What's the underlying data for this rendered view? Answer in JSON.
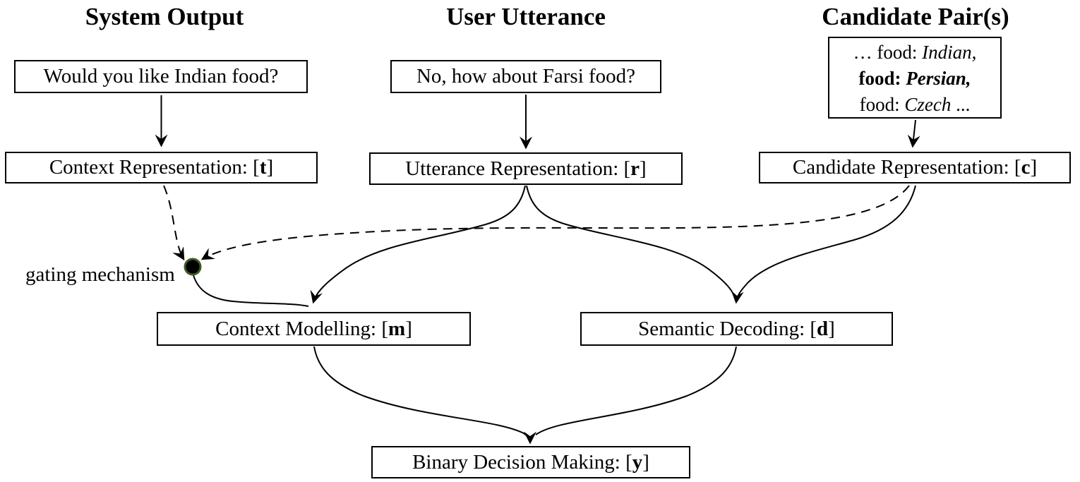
{
  "headers": {
    "system_output": "System Output",
    "user_utterance": "User Utterance",
    "candidate_pairs": "Candidate Pair(s)"
  },
  "boxes": {
    "system_message": "Would you like Indian food?",
    "user_message": "No, how about Farsi food?",
    "candidate_list": {
      "line1_pre": "… food: ",
      "line1_value": "Indian,",
      "line2_pre": "food: ",
      "line2_value": "Persian,",
      "line3_pre": "food: ",
      "line3_value": "Czech",
      "line3_post": " ..."
    },
    "context_representation": {
      "label": "Context Representation: [",
      "var": "t",
      "close": "]"
    },
    "utterance_representation": {
      "label": "Utterance Representation: [",
      "var": "r",
      "close": "]"
    },
    "candidate_representation": {
      "label": "Candidate Representation: [",
      "var": "c",
      "close": "]"
    },
    "context_modelling": {
      "label": "Context Modelling: [",
      "var": "m",
      "close": "]"
    },
    "semantic_decoding": {
      "label": "Semantic Decoding: [",
      "var": "d",
      "close": "]"
    },
    "binary_decision": {
      "label": "Binary Decision Making: [",
      "var": "y",
      "close": "]"
    }
  },
  "annotations": {
    "gating_label": "gating mechanism"
  },
  "colors": {
    "ink": "#000000",
    "gate_dot_fill": "#000000",
    "gate_dot_ring": "#3f5a22",
    "background": "#ffffff"
  }
}
